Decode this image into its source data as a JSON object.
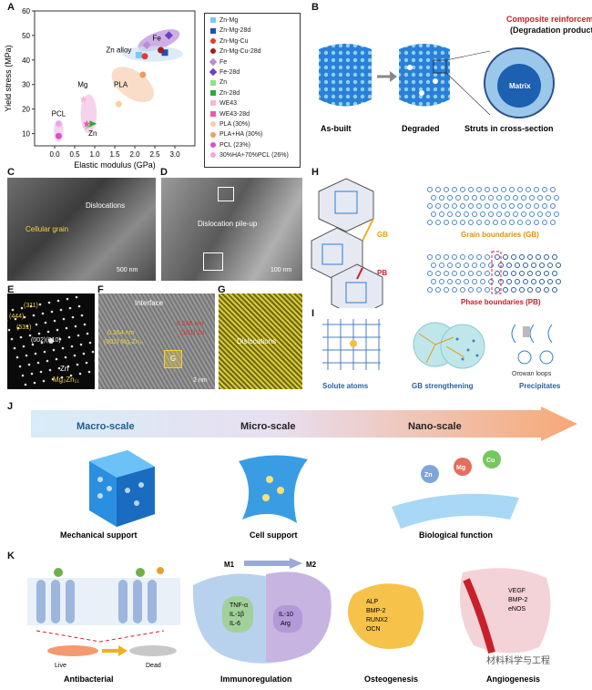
{
  "panels": {
    "A": "A",
    "B": "B",
    "C": "C",
    "D": "D",
    "E": "E",
    "F": "F",
    "G": "G",
    "H": "H",
    "I": "I",
    "J": "J",
    "K": "K"
  },
  "chart_data": {
    "type": "scatter",
    "xlabel": "Elastic modulus (GPa)",
    "ylabel": "Yield stress (MPa)",
    "xlim": [
      -0.5,
      3.5
    ],
    "ylim": [
      5,
      60
    ],
    "xticks": [
      "0.0",
      "0.5",
      "1.0",
      "1.5",
      "2.0",
      "2.5",
      "3.0"
    ],
    "xtick_values": [
      0,
      0.5,
      1.0,
      1.5,
      2.0,
      2.5,
      3.0
    ],
    "yticks": [
      "10",
      "20",
      "30",
      "40",
      "50",
      "60"
    ],
    "ytick_values": [
      10,
      20,
      30,
      40,
      50,
      60
    ],
    "group_labels": [
      {
        "text": "Fe",
        "x": 2.55,
        "y": 48
      },
      {
        "text": "Zn alloy",
        "x": 1.6,
        "y": 43
      },
      {
        "text": "Mg",
        "x": 0.7,
        "y": 29
      },
      {
        "text": "PLA",
        "x": 1.65,
        "y": 29
      },
      {
        "text": "PCL",
        "x": 0.1,
        "y": 17
      },
      {
        "text": "Zn",
        "x": 0.95,
        "y": 9
      }
    ],
    "ellipses": [
      {
        "cx": 2.6,
        "cy": 48,
        "rx": 0.55,
        "ry": 3.5,
        "rot": -20,
        "color": "#b98bd8"
      },
      {
        "cx": 2.45,
        "cy": 42.5,
        "rx": 0.75,
        "ry": 3.2,
        "rot": 0,
        "color": "#cfe3f5"
      },
      {
        "cx": 1.95,
        "cy": 30,
        "rx": 0.6,
        "ry": 5.5,
        "rot": 35,
        "color": "#f6cfb0"
      },
      {
        "cx": 0.85,
        "cy": 18,
        "rx": 0.2,
        "ry": 8,
        "rot": 0,
        "color": "#f2c0e4"
      },
      {
        "cx": 0.1,
        "cy": 11,
        "rx": 0.12,
        "ry": 4.5,
        "rot": 0,
        "color": "#f2c0e4"
      }
    ],
    "series": [
      {
        "name": "Zn-Mg",
        "color": "#7ec8ef",
        "marker": "square",
        "x": [
          2.1
        ],
        "y": [
          42
        ]
      },
      {
        "name": "Zn-Mg-28d",
        "color": "#1f4fb3",
        "marker": "square",
        "x": [
          2.75
        ],
        "y": [
          43
        ]
      },
      {
        "name": "Zn-Mg-Cu",
        "color": "#e23a3a",
        "marker": "circle",
        "x": [
          2.25
        ],
        "y": [
          41.5
        ]
      },
      {
        "name": "Zn-Mg-Cu-28d",
        "color": "#9b1d1d",
        "marker": "circle",
        "x": [
          2.65
        ],
        "y": [
          44
        ]
      },
      {
        "name": "Fe",
        "color": "#b98bd8",
        "marker": "diamond",
        "x": [
          2.3
        ],
        "y": [
          46
        ]
      },
      {
        "name": "Fe-28d",
        "color": "#6a3fc4",
        "marker": "diamond",
        "x": [
          2.85
        ],
        "y": [
          50
        ]
      },
      {
        "name": "Zn",
        "color": "#8fe08a",
        "marker": "triangle",
        "x": [
          0.85
        ],
        "y": [
          13
        ]
      },
      {
        "name": "Zn-28d",
        "color": "#2ea83a",
        "marker": "triangle",
        "x": [
          0.95
        ],
        "y": [
          14
        ]
      },
      {
        "name": "WE43",
        "color": "#f7b6d8",
        "marker": "star",
        "x": [
          0.72
        ],
        "y": [
          24
        ]
      },
      {
        "name": "WE43-28d",
        "color": "#e65cb0",
        "marker": "star",
        "x": [
          0.8
        ],
        "y": [
          14
        ]
      },
      {
        "name": "PLA (30%)",
        "color": "#f6cfa0",
        "marker": "circle",
        "x": [
          1.6
        ],
        "y": [
          22
        ]
      },
      {
        "name": "PLA+HA (30%)",
        "color": "#e8a060",
        "marker": "circle",
        "x": [
          2.2
        ],
        "y": [
          34
        ]
      },
      {
        "name": "PCL (23%)",
        "color": "#d64fd6",
        "marker": "circle",
        "x": [
          0.1
        ],
        "y": [
          9
        ]
      },
      {
        "name": "30%HA+70%PCL (26%)",
        "color": "#f0a6e6",
        "marker": "circle",
        "x": [
          0.1
        ],
        "y": [
          14
        ]
      }
    ]
  },
  "B": {
    "title": "Composite reinforcement",
    "subtitle": "(Degradation products)",
    "matrix": "Matrix",
    "labels": [
      "As-built",
      "Degraded",
      "Struts in cross-section"
    ]
  },
  "C": {
    "dislocations": "Dislocations",
    "cellular": "Cellular grain",
    "scale": "500 nm"
  },
  "D": {
    "pileup": "Dislocation pile-up",
    "scale": "100 nm"
  },
  "E": {
    "l1": "(311)",
    "l2": "(444)",
    "l3": "(531)",
    "l4": "(002)(010)",
    "l5": "Zn",
    "l6": "Mg₂Zn₁₁"
  },
  "F": {
    "interface": "Interface",
    "d1": "0.264 nm",
    "d2": "(002) Mg₂Zn₁₁",
    "d3": "0.246 nm",
    "d4": "(101) Zn",
    "g": "G",
    "scale": "2 nm"
  },
  "Gp": {
    "label": "Dislocations"
  },
  "H": {
    "gb": "GB",
    "pb": "PB",
    "cap1": "Grain boundaries (GB)",
    "cap2": "Phase boundaries (PB)"
  },
  "I": {
    "labels": [
      "Solute atoms",
      "GB strengthening",
      "Precipitates"
    ],
    "orowan": "Orowan loops"
  },
  "J": {
    "scales": [
      "Macro-scale",
      "Micro-scale",
      "Nano-scale"
    ],
    "captions": [
      "Mechanical support",
      "Cell support",
      "Biological function"
    ],
    "ions": [
      "Zn",
      "Mg",
      "Cu"
    ]
  },
  "K": {
    "m1": "M1",
    "m2": "M2",
    "live": "Live",
    "dead": "Dead",
    "cytokines_left": [
      "TNF-α",
      "IL-1β",
      "IL-6"
    ],
    "cytokines_right": [
      "IL-10",
      "Arg"
    ],
    "osteo": [
      "ALP",
      "BMP-2",
      "RUNX2",
      "OCN"
    ],
    "angio": [
      "VEGF",
      "BMP-2",
      "eNOS"
    ],
    "captions": [
      "Antibacterial",
      "Immunoregulation",
      "Osteogenesis",
      "Angiogenesis"
    ],
    "watermark": "材料科学与工程"
  }
}
